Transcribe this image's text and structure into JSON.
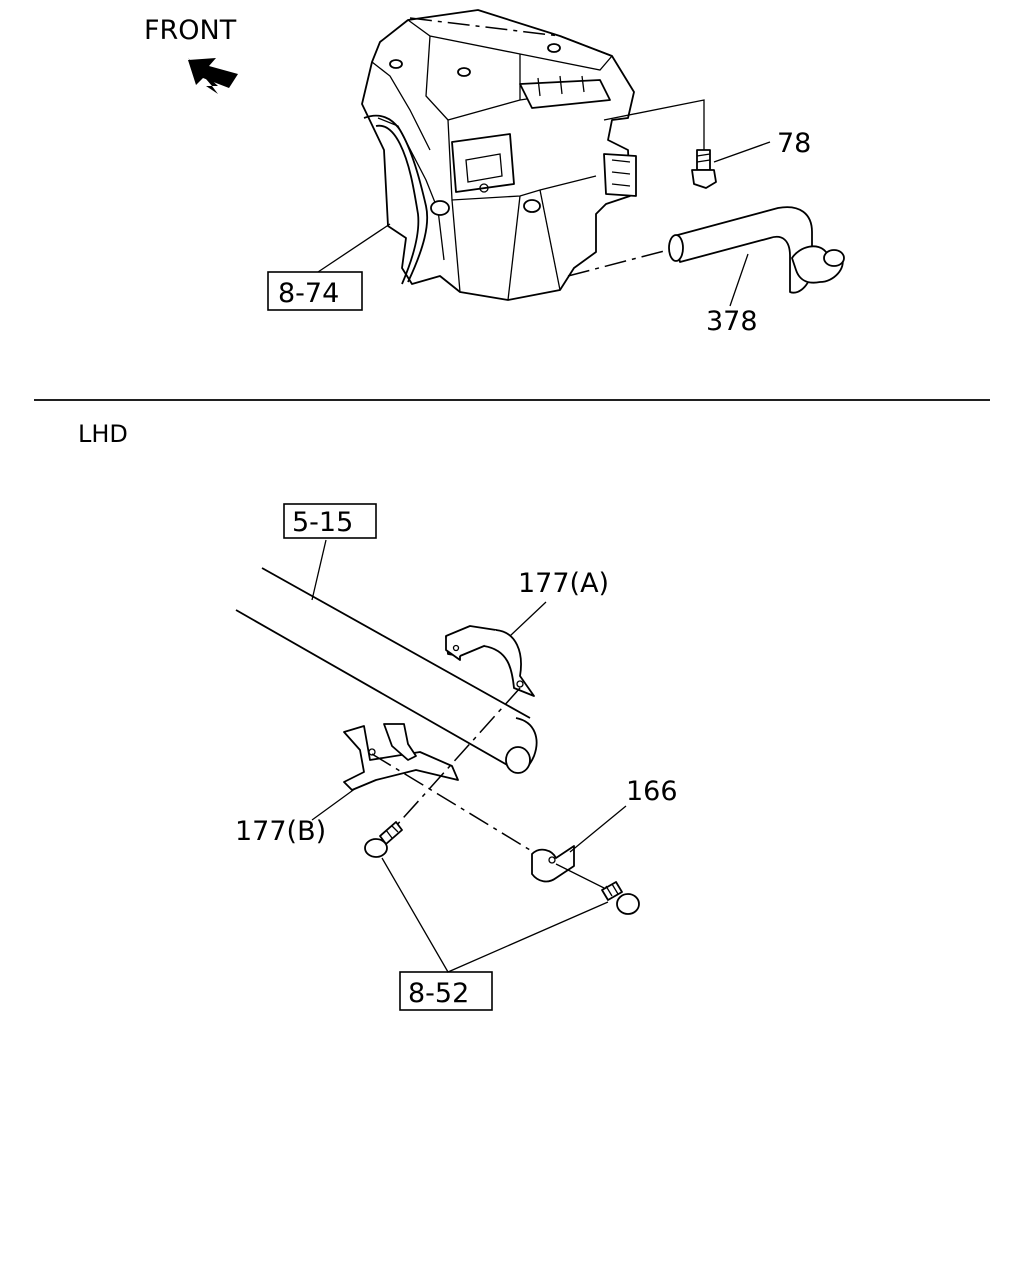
{
  "orientation_label": "FRONT",
  "section_label": "LHD",
  "callouts": {
    "ref_8_74": "8-74",
    "part_78": "78",
    "part_378": "378",
    "ref_5_15": "5-15",
    "part_177a": "177(A)",
    "part_166": "166",
    "part_177b": "177(B)",
    "ref_8_52": "8-52"
  }
}
